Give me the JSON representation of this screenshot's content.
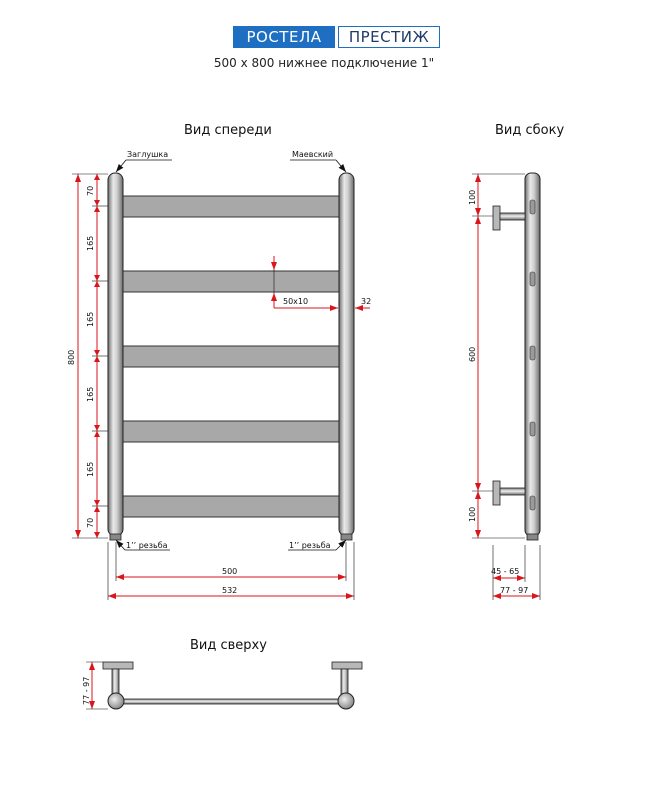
{
  "header": {
    "brand": "РОСТЕЛА",
    "model": "ПРЕСТИЖ",
    "subtitle": "500 х 800 нижнее подключение 1\""
  },
  "views": {
    "front": "Вид спереди",
    "side": "Вид сбоку",
    "top": "Вид сверху"
  },
  "front_labels": {
    "plug": "Заглушка",
    "valve": "Маевский",
    "thread_left": "1’’ резьба",
    "thread_right": "1’’ резьба",
    "bar_profile": "50х10",
    "pipe_diameter": "32"
  },
  "front_dimensions": {
    "total_height": "800",
    "segments": [
      "70",
      "165",
      "165",
      "165",
      "165",
      "70"
    ],
    "center_width": "500",
    "total_width": "532"
  },
  "side_dimensions": {
    "top_offset": "100",
    "center": "600",
    "bottom_offset": "100",
    "depth_min": "45 - 65",
    "depth_max": "77 - 97"
  },
  "top_dimensions": {
    "depth": "77 - 97"
  },
  "colors": {
    "brand_blue": "#1e6fc1",
    "dimension_red": "#d9161c",
    "bar_gray": "#a8a8a8",
    "line": "#111111"
  }
}
